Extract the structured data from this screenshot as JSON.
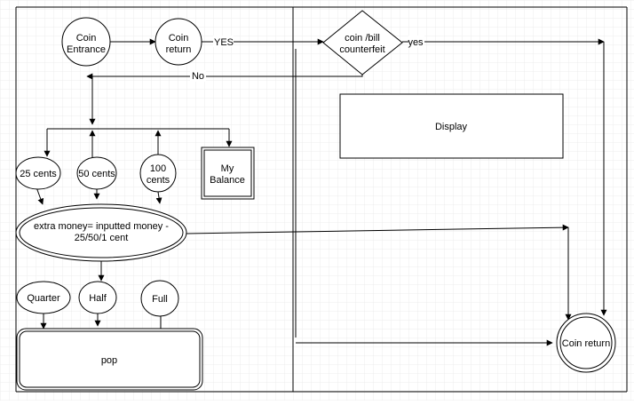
{
  "nodes": {
    "coin_entrance": {
      "lines": [
        "Coin",
        "Entrance"
      ]
    },
    "coin_return_top": {
      "lines": [
        "Coin",
        "return"
      ]
    },
    "counterfeit_check": {
      "lines": [
        "coin /bill",
        "counterfeit"
      ]
    },
    "display": {
      "label": "Display"
    },
    "cents_25": {
      "label": "25 cents"
    },
    "cents_50": {
      "label": "50 cents"
    },
    "cents_100": {
      "lines": [
        "100",
        "cents"
      ]
    },
    "my_balance": {
      "lines": [
        "My",
        "Balance"
      ]
    },
    "extra_money": {
      "lines": [
        "extra money= inputted money -",
        "25/50/1 cent"
      ]
    },
    "quarter": {
      "label": "Quarter"
    },
    "half": {
      "label": "Half"
    },
    "full": {
      "label": "Full"
    },
    "pop": {
      "label": "pop"
    },
    "coin_return_final": {
      "label": "Coin return"
    }
  },
  "edges": {
    "yes_upper": "YES",
    "yes_lower": "yes",
    "no": "No"
  }
}
